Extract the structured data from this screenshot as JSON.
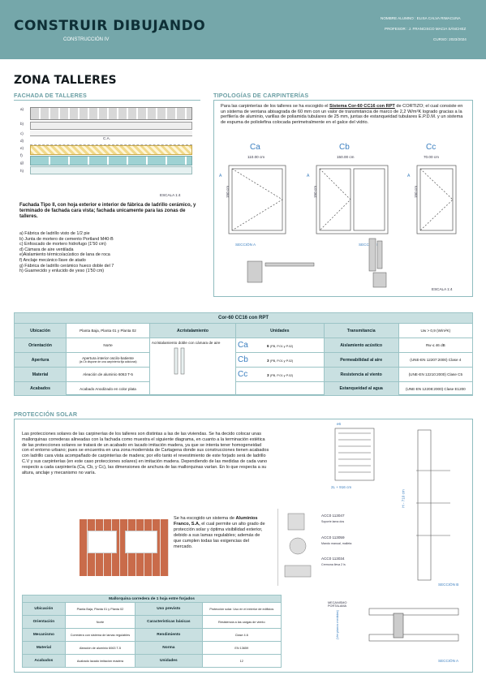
{
  "header": {
    "title": "CONSTRUIR DIBUJANDO",
    "subtitle": "CONSTRUCCIÓN IV",
    "student": "NOMBRE ALUMNO : ELISA CALVA RIMACUNA",
    "professor": "PROFESOR : J. FRANCISCO MACIA SÁNCHEZ",
    "course": "CURSO: 2023/2024"
  },
  "page_title": "ZONA TALLERES",
  "fachada": {
    "title": "FACHADA DE TALLERES",
    "layer_letters": [
      "a)",
      "b)",
      "c)",
      "d)",
      "e)",
      "f)",
      "g)",
      "h)"
    ],
    "ca_label": "C.A.",
    "scale": "ESCALA 1:4",
    "description": "Fachada Tipo II, con hoja exterior e interior  de fábrica de ladrillo cerámico, y terminado de fachada cara vista; fachada unicamente para las zonas de talleres.",
    "layers": [
      "a) Fábrica de ladrillo visto de 1/2 pie",
      "b) Junta de mortero de cemento Portland M40-B",
      "c) Enfoscado de mortero hidrofugo (1'50 cm)",
      "d) Cámara de aire ventilada",
      "e)Aislamiento térmico/acústico de lana de roca",
      "f) Anclaje mecánico llave de atado",
      "g) Fábrica de ladrillo cerámico hueco doble del 7",
      "h) Guarnecido y enlucido de yeso (1'50 cm)"
    ]
  },
  "tipologias": {
    "title": "TIPOLOGÍAS DE CARPINTERÍAS",
    "intro_1": "Para las carpinterías de los talleres se ha escogido el ",
    "intro_system": "Sistema Cor-60 CC16 con RPT",
    "intro_2": " de CORTIZO; el cual consiste en un sistema de ventana abisagrada de 60 mm con un valor de transmitancia de marco de 2,2 W/m²K logrado gracias a la perfilería de aluminio, varillas de poliamida tubulares de 25 mm, juntas de estanqueidad tubulares E.P.D.M. y un sistema de espuma de poliolefina colocada perimetralmente en el galce del vidrio.",
    "types": [
      {
        "code": "Ca",
        "width": "110.00 cm",
        "height": "150 cm"
      },
      {
        "code": "Cb",
        "width": "150.00 cm",
        "height": "150 cm"
      },
      {
        "code": "Cc",
        "width": "70.00 cm",
        "height": "150 cm"
      }
    ],
    "section_a": "SECCIÓN A",
    "section_b": "SECCIÓN B",
    "scale": "ESCALA 1:4"
  },
  "spec_table": {
    "title": "Cor-60 CC16 con RPT",
    "row_labels": [
      "Ubicación",
      "Orientación",
      "Apertura",
      "Material",
      "Acabados"
    ],
    "row_values": [
      "Planta Baja, Planta 01 y Planta 02",
      "Norte",
      "Apertura interior oscilo-batiente",
      "Aleación de aluminio 6063 T-5",
      "Acabado Anodizado en color plata"
    ],
    "apertura_note": "(la Cb dispone de una carpintería fija adicional)",
    "acristalamiento_label": "Acristalamiento",
    "acristalamiento_value": "Acristalamiento doble con cámara de aire",
    "unidades_label": "Unidades",
    "unidades": [
      {
        "code": "Ca",
        "count": "6",
        "plants": "(PB, P.01 y P.02)"
      },
      {
        "code": "Cb",
        "count": "3",
        "plants": "(PB, P.01 y P.02)"
      },
      {
        "code": "Cc",
        "count": "3",
        "plants": "(PB, P.01 y P.02)"
      }
    ],
    "right_labels": [
      "Transmitancia",
      "Aislamiento acústico",
      "Permeabilidad al aire",
      "Resistencia al viento",
      "Estanqueidad al agua"
    ],
    "right_values": [
      "Uw > 0,9 (W/m²K)",
      "Rw ≤ 46 dB",
      "(UNE-EN 12207:2000) Clase 4",
      "(UNE-EN 12210:2000) Clase C5",
      "(UNE-EN 12208:2000) Clase E1200"
    ]
  },
  "proteccion": {
    "title": "PROTECCIÓN SOLAR",
    "body": "Las protecciones solares de las carpinerías de los talleres son distintas a las de las viviendas. Se ha decido colocar unas mallorquinas correderas alineadas con la fachada como muestra el siguiente diagrama, en cuanto a la terminación estética de las protecciones solares se tratará de un acabado en lacado imitación madera, ya que se intenta tener homogeneidad con el entorno urbano; pues se encuentra en una zona modernista de Cartagena donde sus construcciones tienen acabados con ladrillo cara vista acompañado de carpinterías de madera; por ello tanto el revestimiento de este forjado será de ladrillo C.V y sus carpinterías (en este caso protecciones solares) en imitación madera.  Dependiendo de las medidas de cada vano respecto a cada carpintería (Ca, Cb, y Cc), las dimensiones de anchura de las mallorquinas varían. En lo que respecta a su altura, anclaje y mecanismo no varía.",
    "system_1": "Se ha escogido un sistema de ",
    "system_brand": "Aluminios Franco, S.A,",
    "system_2": " el cual permite un alto grado de protección solar y óptima visibilidad exterior, debido a sus lamas regulables; además de que cumplen todas las exigencias del mercado.",
    "accessories": [
      {
        "code": "ACC0 113047",
        "desc": "Soporte lama dos"
      },
      {
        "code": "ACC0 113059",
        "desc": "Mando manual, malleta"
      },
      {
        "code": "ACC0 113034",
        "desc": "Cremona lleva 2 ls"
      }
    ],
    "mechanism_label": "MECANISMO PORTALAMA",
    "section_a": "SECCIÓN A",
    "section_b": "SECCIÓN B",
    "dims": {
      "top": "e6",
      "width": "2L + 916 cm",
      "height": "H - 710 cm",
      "note": "(Ver planos medidas)"
    }
  },
  "mallorquina_table": {
    "title": "Mallorquina corredera de 1 hoja entre forjados",
    "left_labels": [
      "Ubicación",
      "Orientación",
      "Mecanismo",
      "Material",
      "Acabados"
    ],
    "left_values": [
      "Planta Baja, Planta 01 y Planta 02",
      "Norte",
      "Corredera con sistema de lamas regulables",
      "Aleación de aluminio 6063 T-5",
      "Acabado lacado imitación madera"
    ],
    "right_labels": [
      "Uso previsto",
      "Características básicas",
      "Rendimiento",
      "Norma",
      "Unidades"
    ],
    "right_values": [
      "Protección solar. Uso en el exterior de edificios",
      "Resistencia a las cargas de viento",
      "Clase 4.6",
      "EN 13659",
      "12"
    ]
  }
}
